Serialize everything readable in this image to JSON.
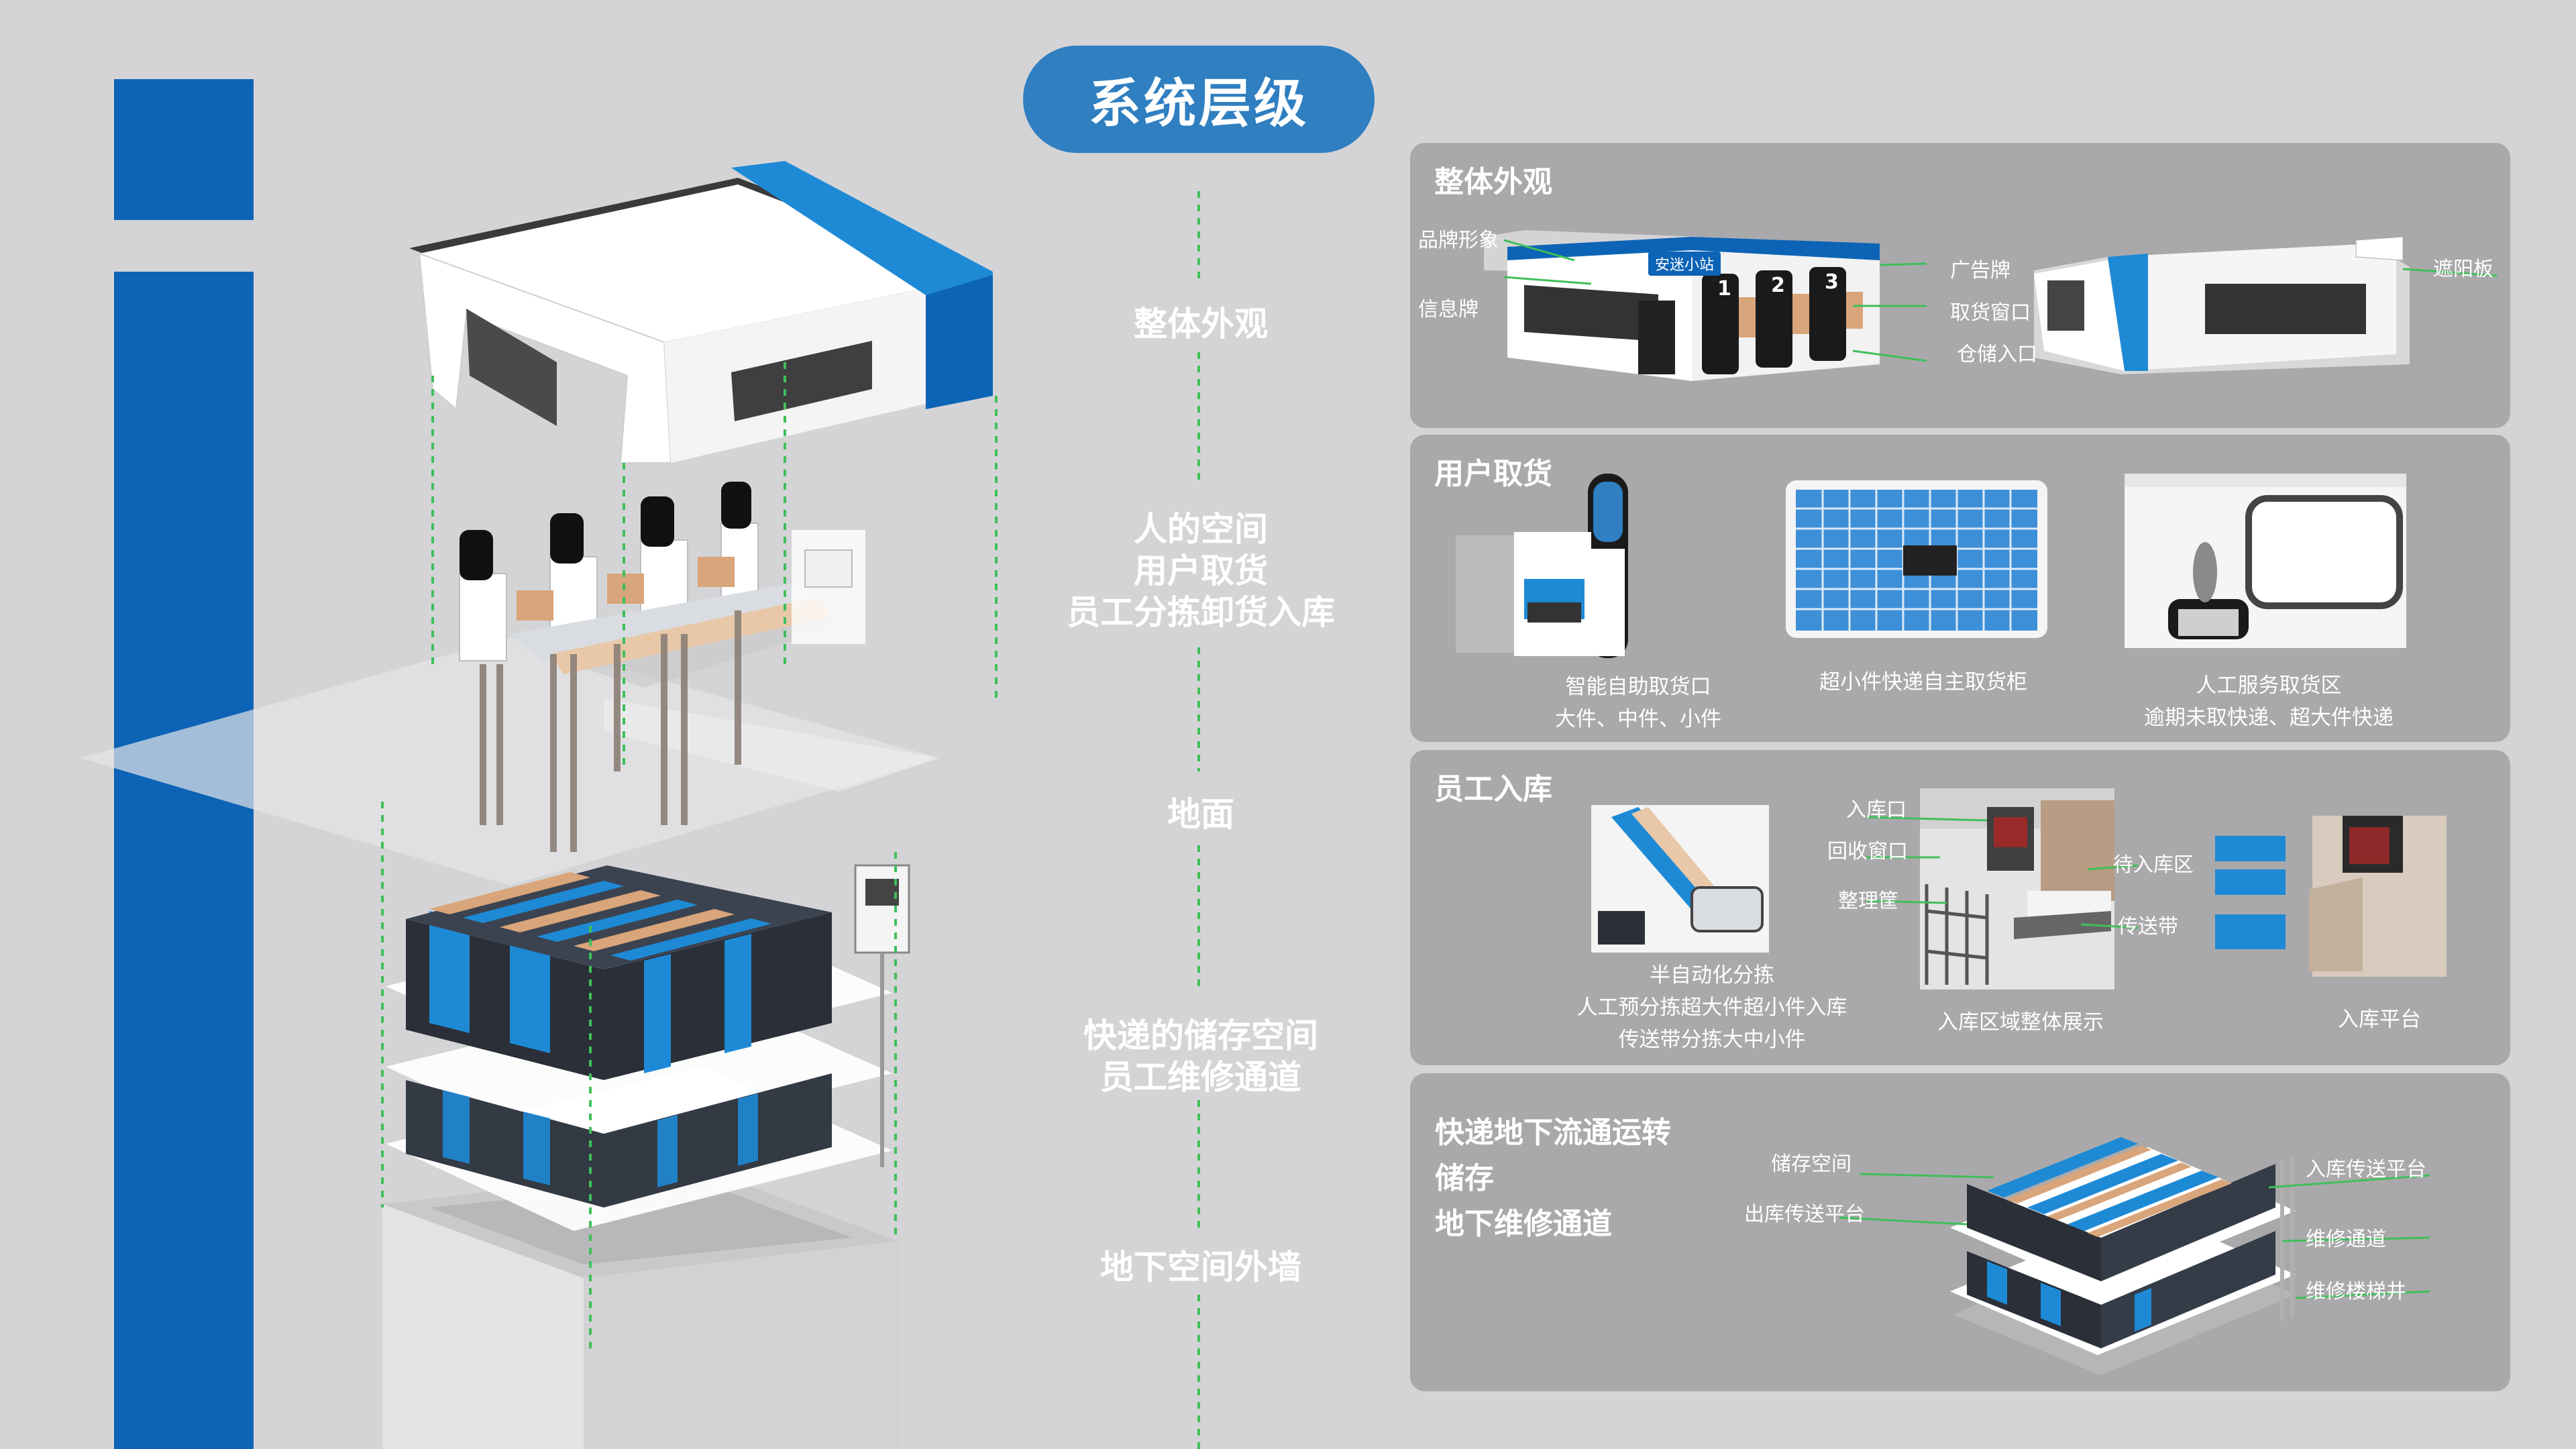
{
  "title": "系统层级",
  "center_labels": {
    "exterior": "整体外观",
    "human_space": [
      "人的空间",
      "用户取货",
      "员工分拣卸货入库"
    ],
    "ground": "地面",
    "storage": [
      "快递的储存空间",
      "员工维修通道"
    ],
    "underground_wall": "地下空间外墙"
  },
  "panels": {
    "exterior": {
      "title": "整体外观",
      "labels": {
        "brand": "品牌形象",
        "info": "信息牌",
        "ad": "广告牌",
        "pickup_window": "取货窗口",
        "storage_entry": "仓储入口",
        "sunshade": "遮阳板"
      },
      "sign_text": "安迷小站",
      "slot_numbers": [
        "1",
        "2",
        "3"
      ]
    },
    "pickup": {
      "title": "用户取货",
      "items": [
        {
          "caption": [
            "智能自助取货口",
            "大件、中件、小件"
          ]
        },
        {
          "caption": [
            "超小件快递自主取货柜"
          ]
        },
        {
          "caption": [
            "人工服务取货区",
            "逾期未取快递、超大件快递"
          ]
        }
      ]
    },
    "staff_inbound": {
      "title": "员工入库",
      "sorting_caption": [
        "半自动化分拣",
        "人工预分拣超大件超小件入库",
        "传送带分拣大中小件"
      ],
      "area_labels": {
        "inbound_port": "入库口",
        "recycle_window": "回收窗口",
        "sorting_basket": "整理筐",
        "waiting_area": "待入库区",
        "conveyor": "传送带"
      },
      "area_caption": "入库区域整体展示",
      "platform_caption": "入库平台"
    },
    "underground": {
      "title_lines": [
        "快递地下流通运转",
        "储存",
        "地下维修通道"
      ],
      "labels": {
        "storage_space": "储存空间",
        "outbound_platform": "出库传送平台",
        "inbound_platform": "入库传送平台",
        "maintenance_channel": "维修通道",
        "maintenance_stairs": "维修楼梯井"
      }
    }
  },
  "colors": {
    "brand_blue": "#0d63b5",
    "pill_blue": "#2f7fc1",
    "panel_gray": "#a9a9ab",
    "background": "#d4d4d6",
    "guide_green": "#3fbf5a",
    "accent_blue": "#1e8ad6",
    "cardboard": "#d9a57a"
  }
}
